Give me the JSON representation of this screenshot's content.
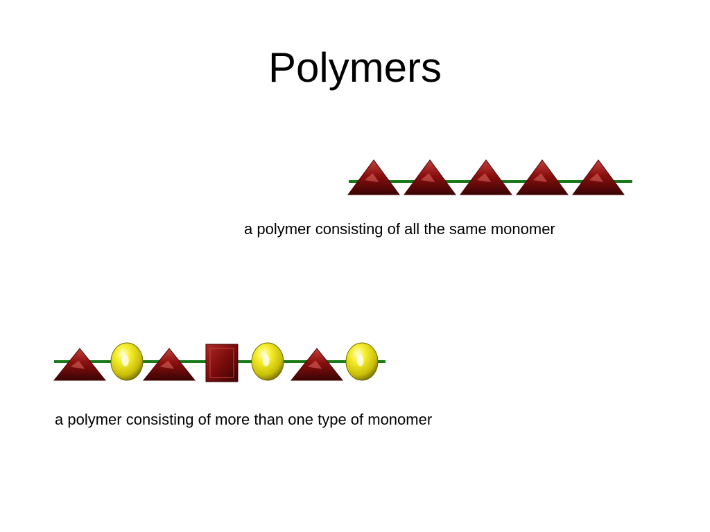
{
  "slide": {
    "title": "Polymers"
  },
  "homopolymer": {
    "caption": "a polymer consisting of all the same monomer",
    "monomers": [
      "triangle",
      "triangle",
      "triangle",
      "triangle",
      "triangle"
    ]
  },
  "copolymer": {
    "caption": "a polymer consisting of more than one type of monomer",
    "monomers": [
      "triangle",
      "sphere",
      "triangle",
      "square",
      "sphere",
      "triangle",
      "sphere"
    ]
  },
  "colors": {
    "backbone": "#1a7a1a",
    "triangle": "#8b0f0f",
    "square": "#7a0c0c",
    "sphere": "#f2ea1a"
  }
}
